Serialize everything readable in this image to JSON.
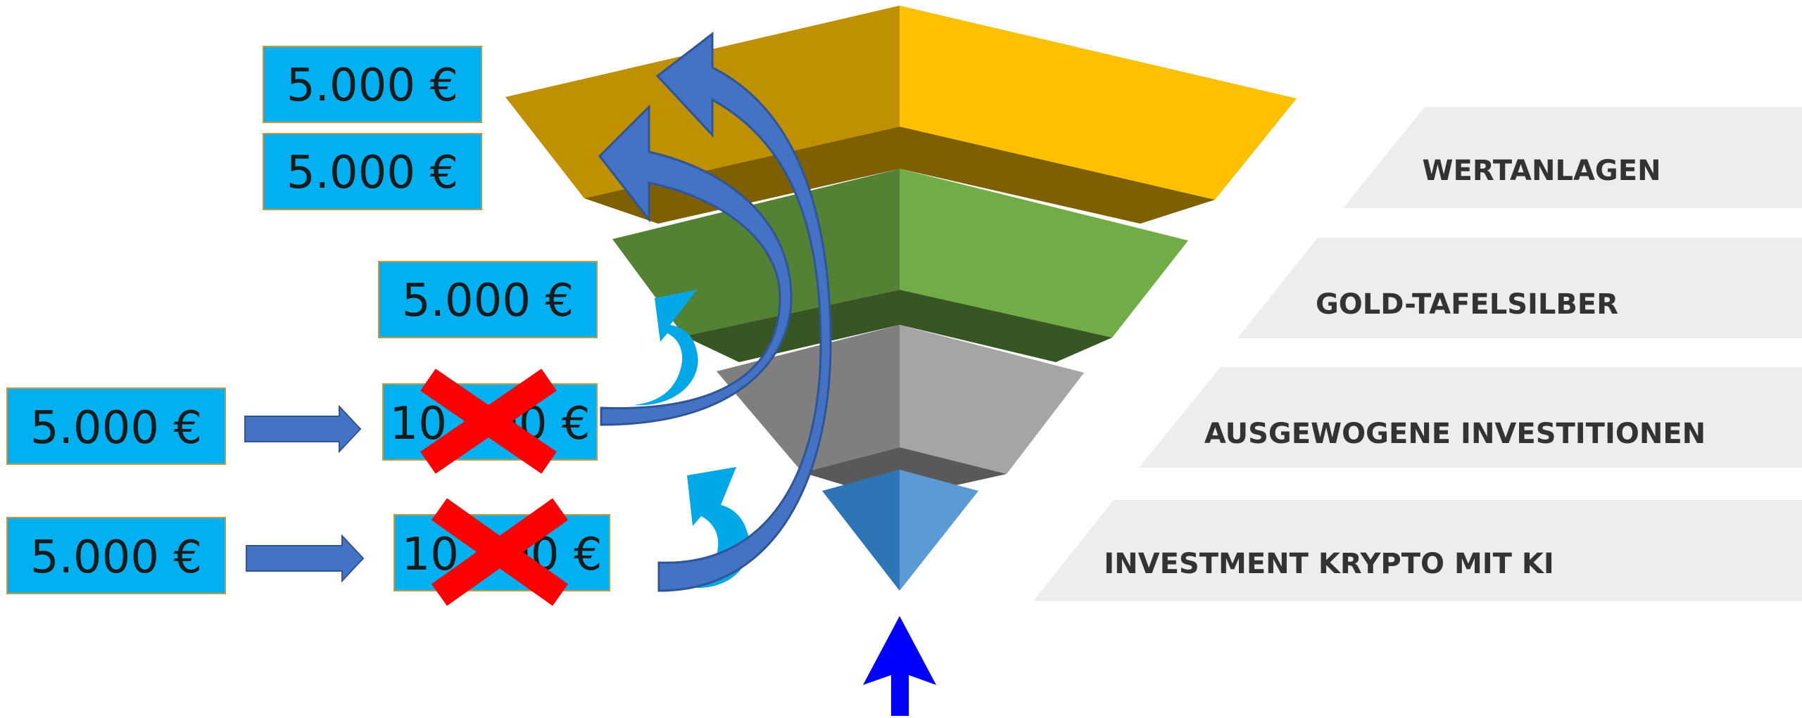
{
  "colors": {
    "box_fill": "#00B0F0",
    "box_border": "#C49A3A",
    "label_band": "#EDEDED",
    "label_text": "#333333",
    "cross": "#FF0000",
    "arrow_dark_blue": "#4472C4",
    "arrow_light_blue": "#00A8E8",
    "bottom_arrow": "#0000FF",
    "tier_gold_dark": "#BF9000",
    "tier_gold_light": "#FFC000",
    "tier_green_dark": "#548235",
    "tier_green_light": "#70AD47",
    "tier_gray_dark": "#7F7F7F",
    "tier_gray_light": "#A5A5A5",
    "tier_blue_dark": "#2E75B6",
    "tier_blue_light": "#5B9BD5"
  },
  "boxes": {
    "top1": "5.000 €",
    "top2": "5.000 €",
    "mid": "5.000 €",
    "left1": "5.000 €",
    "left2": "5.000 €",
    "crossed1": "10.000 €",
    "crossed2": "10.000 €"
  },
  "labels": {
    "wertanlagen": "WERTANLAGEN",
    "gold_tafelsilber": "GOLD-TAFELSILBER",
    "ausgewogene": "AUSGEWOGENE INVESTITIONEN",
    "investment_krypto": "INVESTMENT KRYPTO MIT KI"
  }
}
